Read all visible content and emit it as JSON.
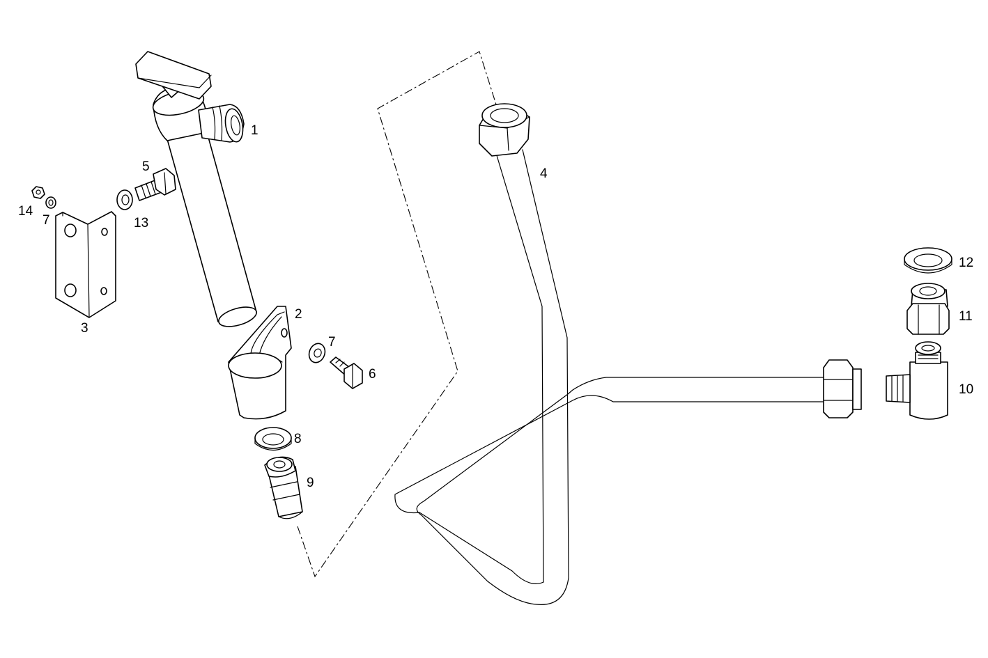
{
  "diagram": {
    "style": "exploded parts diagram, black line art on white",
    "line_color": "#000000",
    "background_color": "#ffffff",
    "callouts": {
      "c1": "1",
      "c2": "2",
      "c3": "3",
      "c4": "4",
      "c5": "5",
      "c6": "6",
      "c7a": "7",
      "c7b": "7",
      "c8": "8",
      "c9": "9",
      "c10": "10",
      "c11": "11",
      "c12": "12",
      "c13": "13",
      "c14": "14"
    }
  }
}
